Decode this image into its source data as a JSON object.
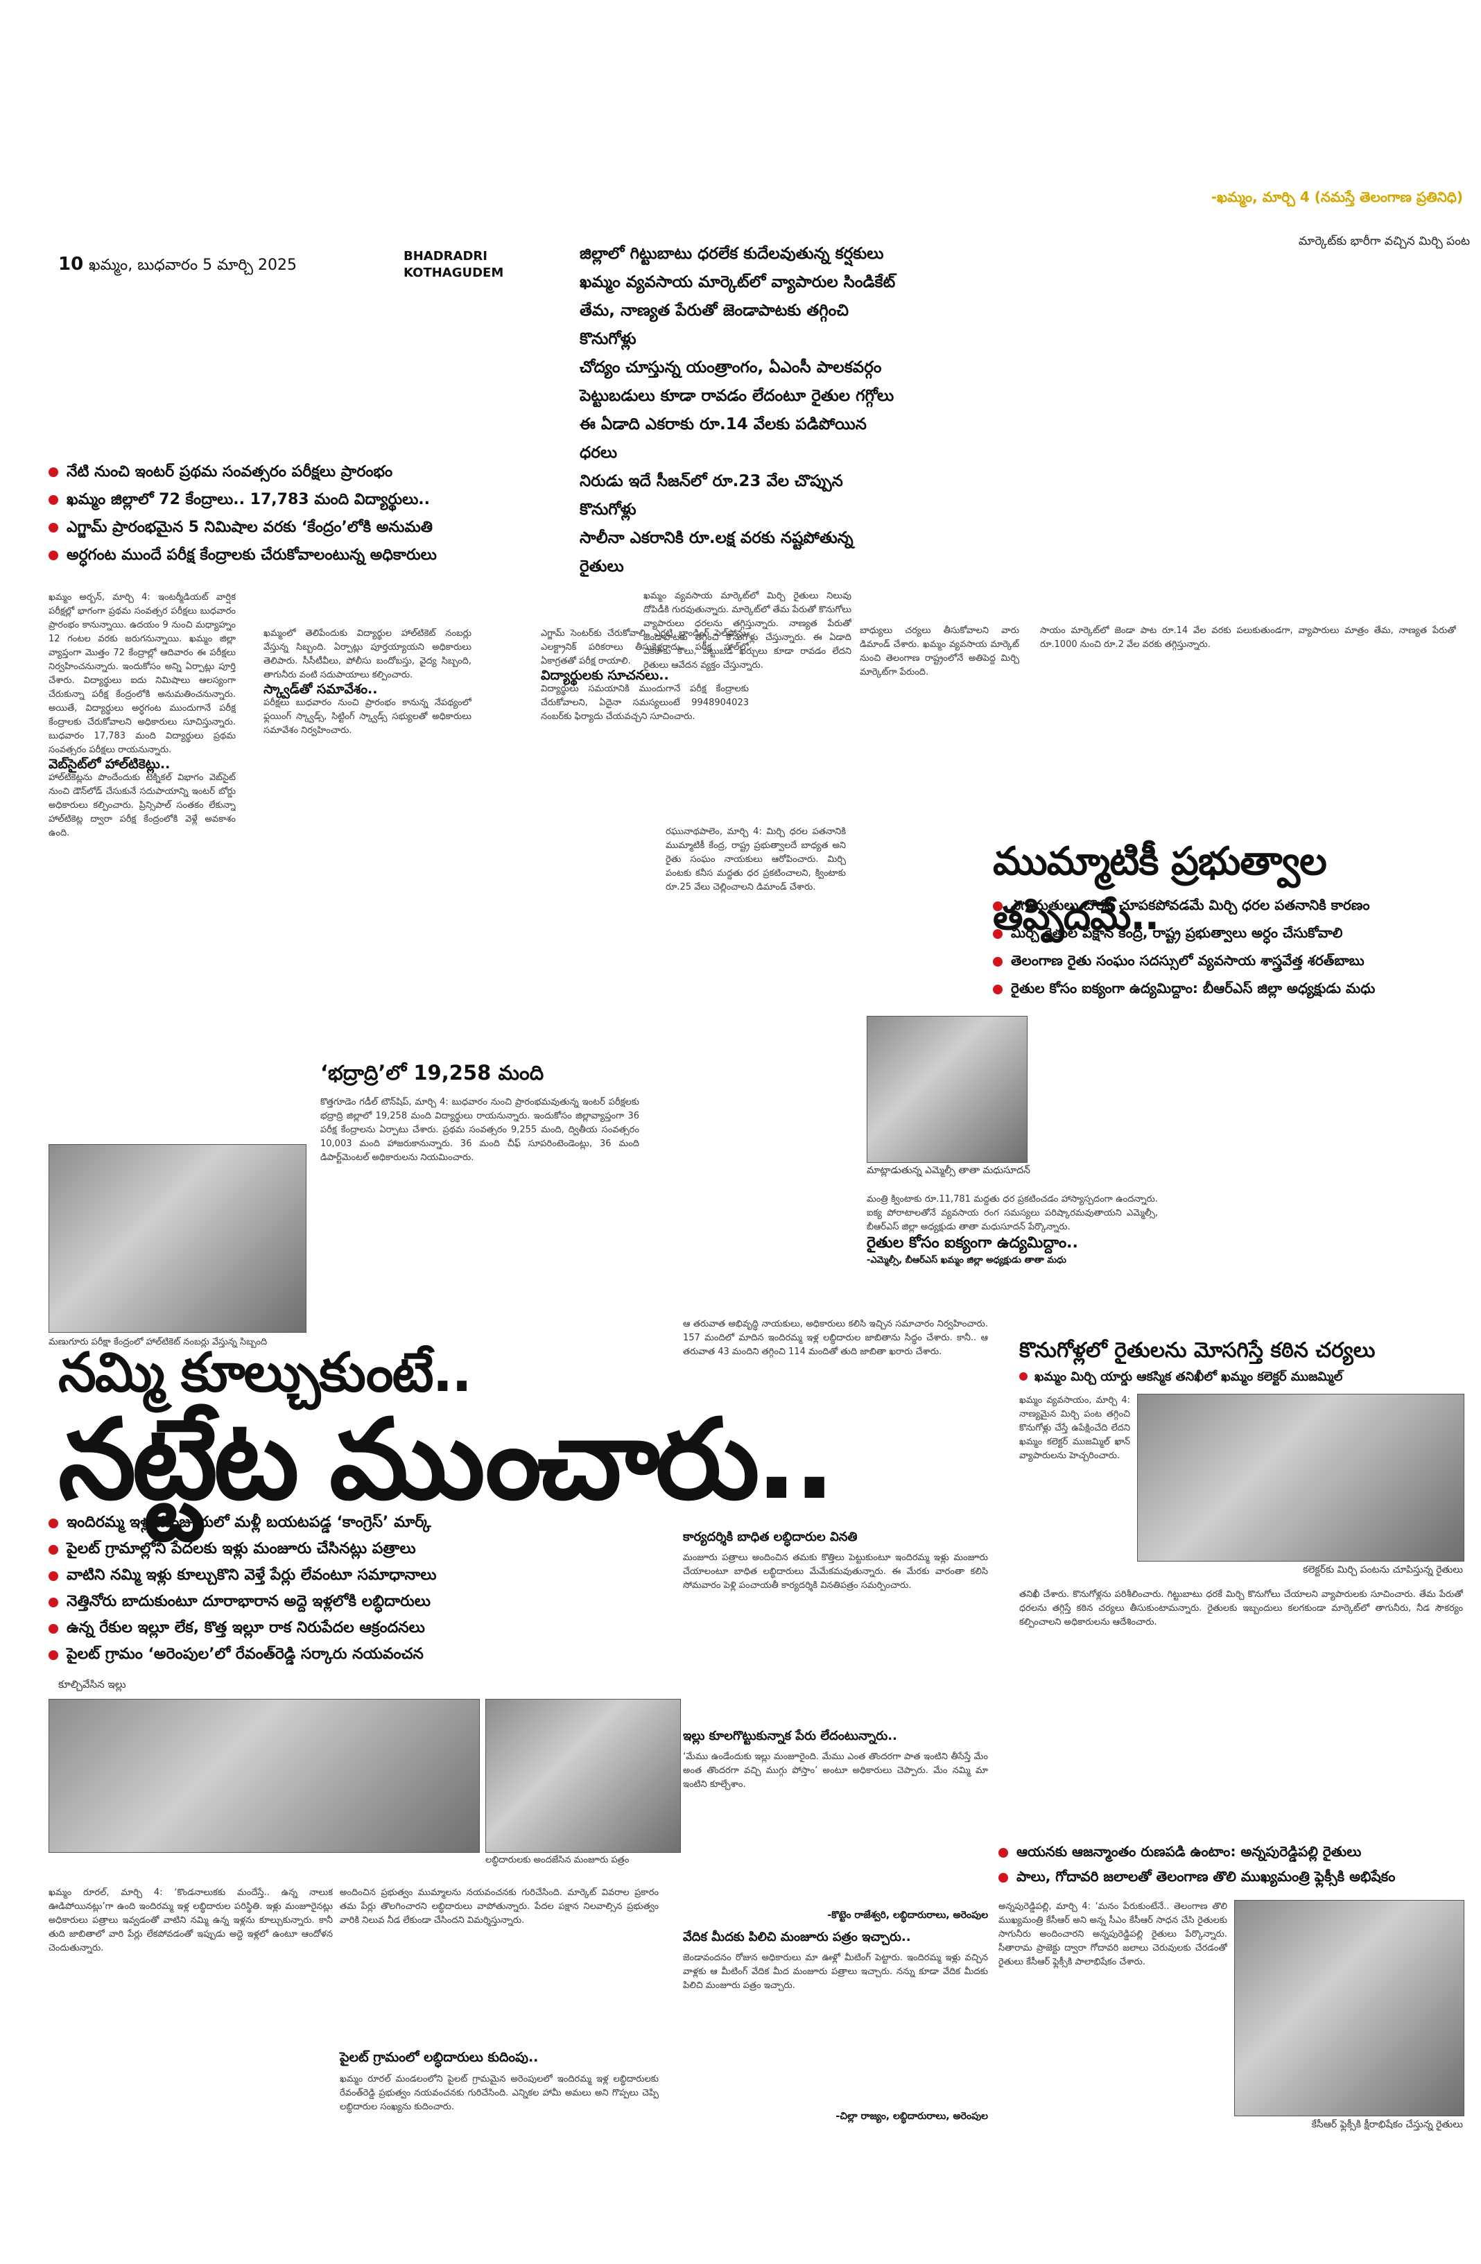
{
  "header": {
    "credit": "-ఖమ్మం, మార్చి 4 (నమస్తే తెలంగాణ ప్రతినిధి)",
    "caption_market": "మార్కెట్‌కు భారీగా వచ్చిన మిర్చి పంట",
    "page_number": "10",
    "dateline": "ఖమ్మం, బుధవారం 5 మార్చి 2025",
    "section_line1": "BHADRADRI",
    "section_line2": "KOTHAGUDEM"
  },
  "lead_story": {
    "deck": [
      "జిల్లాలో గిట్టుబాటు ధరలేక కుదేలవుతున్న కర్షకులు",
      "ఖమ్మం వ్యవసాయ మార్కెట్‌లో వ్యాపారుల సిండికేట్",
      "తేమ, నాణ్యత పేరుతో జెండాపాటకు తగ్గించి కొనుగోళ్లు",
      "చోద్యం చూస్తున్న యంత్రాంగం, ఏఎంసీ పాలకవర్గం",
      "పెట్టుబడులు కూడా రావడం లేదంటూ రైతుల గగ్గోలు",
      "ఈ ఏడాది ఎకరాకు రూ.14 వేలకు పడిపోయిన ధరలు",
      "నిరుడు ఇదే సీజన్‌లో రూ.23 వేల చొప్పున కొనుగోళ్లు",
      "సాలీనా ఎకరానికి రూ.లక్ష వరకు నష్టపోతున్న రైతులు"
    ]
  },
  "exam_story": {
    "bullets": [
      "నేటి నుంచి ఇంటర్ ప్రథమ సంవత్సరం పరీక్షలు ప్రారంభం",
      "ఖమ్మం జిల్లాలో 72 కేంద్రాలు.. 17,783 మంది విద్యార్థులు..",
      "ఎగ్జామ్ ప్రారంభమైన 5 నిమిషాల వరకు ‘కేంద్రం’లోకి అనుమతి",
      "అర్ధగంట ముందే పరీక్ష కేంద్రాలకు చేరుకోవాలంటున్న అధికారులు"
    ],
    "col1": "ఖమ్మం అర్బన్, మార్చి 4: ఇంటర్మీడియట్ వార్షిక పరీక్షల్లో భాగంగా ప్రథమ సంవత్సర పరీక్షలు బుధవారం ప్రారంభం కానున్నాయి. ఉదయం 9 నుంచి మధ్యాహ్నం 12 గంటల వరకు జరుగనున్నాయి. ఖమ్మం జిల్లా వ్యాప్తంగా మొత్తం 72 కేంద్రాల్లో ఆదివారం ఈ పరీక్షలు నిర్వహించనున్నారు. ఇందుకోసం అన్ని ఏర్పాట్లు పూర్తి చేశారు. విద్యార్థులు ఐదు నిమిషాలు ఆలస్యంగా చేరుకున్నా పరీక్ష కేంద్రంలోకి అనుమతించనున్నారు. అయితే, విద్యార్థులు అర్ధగంట ముందుగానే పరీక్ష కేంద్రాలకు చేరుకోవాలని అధికారులు సూచిస్తున్నారు. బుధవారం 17,783 మంది విద్యార్థులు ప్రథమ సంవత్సరం పరీక్షలు రాయనున్నారు.",
    "sub_webex": "వెబ్‌సైట్‌లో హాల్‌టికెట్లు..",
    "col1b": "హాల్‌టికెట్లను పొందేందుకు టెక్నికల్ విభాగం వెబ్‌సైట్ నుంచి డౌన్‌లోడ్ చేసుకునే సదుపాయాన్ని ఇంటర్ బోర్డు అధికారులు కల్పించారు. ప్రిన్సిపాల్ సంతకం లేకున్నా హాల్‌టికెట్ల ద్వారా పరీక్ష కేంద్రంలోకి వెళ్లే అవకాశం ఉంది.",
    "col2": "ఖమ్మంలో తెలిపేందుకు విద్యార్థుల హాల్‌టికెట్ నంబర్లు వేస్తున్న సిబ్బంది. ఏర్పాట్లు పూర్తయ్యాయని అధికారులు తెలిపారు. సీసీటీవీలు, పోలీసు బందోబస్తు, వైద్య సిబ్బంది, తాగునీరు వంటి సదుపాయాలు కల్పించారు.",
    "sub_squad": "స్క్వాడ్‌తో సమావేశం..",
    "col2b": "పరీక్షలు బుధవారం నుంచి ప్రారంభం కానున్న నేపథ్యంలో ఫ్లయింగ్ స్క్వాడ్స్, సిట్టింగ్ స్క్వాడ్స్ సభ్యులతో అధికారులు సమావేశం నిర్వహించారు.",
    "col3": "ఎగ్జామ్ సెంటర్‌కు చేరుకోవాలి. ఎర్రటి బ్రాండింగ్ సెల్‌ఫోన్లు, ఎలక్ట్రానిక్ పరికరాలు తీసుకెళ్లరాదు. పరీక్ష హాల్‌లో ఏకాగ్రతతో పరీక్ష రాయాలి.",
    "sub_tips": "విద్యార్థులకు సూచనలు..",
    "tips_text": "విద్యార్థులు సమయానికి ముందుగానే పరీక్ష కేంద్రాలకు చేరుకోవాలని, ఏదైనా సమస్యలుంటే 9948904023 నంబర్‌కు ఫిర్యాదు చేయవచ్చని సూచించారు.",
    "box_title": "‘భద్రాద్రి’లో 19,258 మంది",
    "box_text": "కొత్తగూడెం గడీల్ టౌన్‌షిప్, మార్చి 4: బుధవారం నుంచి ప్రారంభమవుతున్న ఇంటర్ పరీక్షలకు భద్రాద్రి జిల్లాలో 19,258 మంది విద్యార్థులు రాయనున్నారు. ఇందుకోసం జిల్లావ్యాప్తంగా 36 పరీక్ష కేంద్రాలను ఏర్పాటు చేశారు. ప్రథమ సంవత్సరం 9,255 మంది, ద్వితీయ సంవత్సరం 10,003 మంది హాజరుకానున్నారు. 36 మంది చీఫ్ సూపరింటెండెంట్లు, 36 మంది డిపార్ట్‌మెంటల్ అధికారులను నియమించారు.",
    "photo_caption": "మణుగూరు పరీక్షా కేంద్రంలో హాల్‌టికెట్ నంబర్లు వేస్తున్న సిబ్బంది"
  },
  "market_story": {
    "col4": "ఖమ్మం వ్యవసాయ మార్కెట్‌లో మిర్చి రైతులు నిలువు దోపిడీకి గురవుతున్నారు. మార్కెట్‌లో తేమ పేరుతో కొనుగోలు వ్యాపారులు ధరలను తగ్గిస్తున్నారు. నాణ్యత పేరుతో జెండాపాటకు తగ్గించి కొనుగోళ్లు చేస్తున్నారు. ఈ ఏడాది ఎకరాకు కౌలు, పెట్టుబడి ఖర్చులు కూడా రావడం లేదని రైతులు ఆవేదన వ్యక్తం చేస్తున్నారు.",
    "col5": "రఘునాథపాలెం, మార్చి 4: మిర్చి ధరల పతనానికి ముమ్మాటికీ కేంద్ర, రాష్ట్ర ప్రభుత్వాలదే బాధ్యత అని రైతు సంఘం నాయకులు ఆరోపించారు. మిర్చి పంటకు కనీస మద్దతు ధర ప్రకటించాలని, క్వింటాకు రూ.25 వేలు చెల్లించాలని డిమాండ్ చేశారు.",
    "col6": "బాధ్యులు చర్యలు తీసుకోవాలని వారు డిమాండ్ చేశారు. ఖమ్మం వ్యవసాయ మార్కెట్ నుంచి తెలంగాణ రాష్ట్రంలోనే అతిపెద్ద మిర్చి మార్కెట్‌గా పేరుంది.",
    "col7": "సాయం మార్కెట్‌లో జెండా పాట రూ.14 వేల వరకు పలుకుతుండగా, వ్యాపారులు మాత్రం తేమ, నాణ్యత పేరుతో రూ.1000 నుంచి రూ.2 వేల వరకు తగ్గిస్తున్నారు."
  },
  "govt_story": {
    "headline": "ముమ్మాటికీ ప్రభుత్వాల తప్పిదమే..",
    "bullets": [
      "ఎగుమతులు చొరవ చూపకపోవడమే మిర్చి ధరల పతనానికి కారణం",
      "మిర్చి రైతుల పక్షాన కేంద్ర, రాష్ట్ర ప్రభుత్వాలు అర్ధం చేసుకోవాలి",
      "తెలంగాణ రైతు సంఘం సదస్సులో వ్యవసాయ శాస్త్రవేత్త శరత్‌బాబు",
      "రైతుల కోసం ఐక్యంగా ఉద్యమిద్దాం: బీఆర్‌ఎస్ జిల్లా అధ్యక్షుడు మధు"
    ],
    "photo_caption": "మాట్లాడుతున్న ఎమ్మెల్సీ తాతా మధుసూదన్",
    "mla_head": "రైతుల కోసం ఐక్యంగా ఉద్యమిద్దాం..",
    "mla_by": "-ఎమ్మెల్సీ, బీఆర్‌ఎస్ ఖమ్మం జిల్లా అధ్యక్షుడు తాతా మధు",
    "mla_text": "మంత్రి క్వింటాకు రూ.11,781 మద్దతు ధర ప్రకటించడం హాస్యాస్పదంగా ఉందన్నారు. ఐక్య పోరాటాలతోనే వ్యవసాయ రంగ సమస్యలు పరిష్కారమవుతాయని ఎమ్మెల్సీ, బీఆర్‌ఎస్ జిల్లా అధ్యక్షుడు తాతా మధుసూదన్ పేర్కొన్నారు."
  },
  "kon_story": {
    "headline": "కొనుగోళ్లలో రైతులను మోసగిస్తే కఠిన చర్యలు",
    "bullet": "ఖమ్మం మిర్చి యార్డు ఆకస్మిక తనిఖీలో ఖమ్మం కలెక్టర్ ముజమ్మిల్",
    "col_a": "ఖమ్మం వ్యవసాయం, మార్చి 4: నాణ్యమైన మిర్చి పంట తగ్గించి కొనుగోళ్లు చేస్తే ఉపేక్షించేది లేదని ఖమ్మం కలెక్టర్ ముజమ్మిల్ ఖాన్ వ్యాపారులను హెచ్చరించారు.",
    "photo_caption": "కలెక్టర్‌కు మిర్చి పంటను చూపిస్తున్న రైతులు",
    "col_b": "తనిఖీ చేశారు. కొనుగోళ్లను పరిశీలించారు. గిట్టుబాటు ధరకే మిర్చి కొనుగోలు చేయాలని వ్యాపారులకు సూచించారు. తేమ పేరుతో ధరలను తగ్గిస్తే కఠిన చర్యలు తీసుకుంటామన్నారు. రైతులకు ఇబ్బందులు కలగకుండా మార్కెట్‌లో తాగునీరు, నీడ సౌకర్యం కల్పించాలని అధికారులను ఆదేశించారు."
  },
  "housing_story": {
    "headline1": "నమ్మి కూల్చుకుంటే..",
    "headline2": "నట్టేట ముంచారు..",
    "bullets": [
      "ఇందిరమ్మ ఇళ్ల మంజూరులో మళ్లీ బయటపడ్డ ‘కాంగ్రెస్’ మార్క్",
      "పైలట్ గ్రామాల్లోని పేదలకు ఇళ్లు మంజూరు చేసినట్లు పత్రాలు",
      "వాటిని నమ్మి ఇళ్లు కూల్చుకొని వెళ్తే పేర్లు లేవంటూ సమాధానాలు",
      "నెత్తినోరు బాదుకుంటూ దూరాభారాన అద్దె ఇళ్లలోకి లబ్ధిదారులు",
      "ఉన్న రేకుల ఇల్లూ లేక, కొత్త ఇల్లూ రాక నిరుపేదల ఆక్రందనలు",
      "పైలట్ గ్రామం ‘అరెంపుల’లో రేవంత్‌రెడ్డి సర్కారు నయవంచన"
    ],
    "photo_caption": "కూల్చివేసిన ఇల్లు",
    "photo2_caption": "లబ్ధిదారులకు అందజేసిన మంజూరు పత్రం",
    "col_right": "ఆ తరువాత అభివృద్ధి నాయకులు, అధికారులు కలిసి ఇచ్చిన సమాచారం నిర్వహించారు. 157 మందిలో మాదిన ఇందిరమ్మ ఇళ్ల లబ్ధిదారుల జాబితాను సిద్ధం చేశారు. కానీ.. ఆ తరువాత 43 మందిని తగ్గించి 114 మందితో తుది జాబితా ఖరారు చేశారు.",
    "sub_a": "కార్యదర్శికి బాధిత లబ్ధిదారుల వినతి",
    "col_right_b": "మంజూరు పత్రాలు అందించిన తమకు కొత్తిలు పెట్టుకుంటూ ఇందిరమ్మ ఇళ్లు మంజూరు చేయాలంటూ బాధిత లబ్ధిదారులు మేమేకమవుతున్నారు. ఈ మేరకు వారంతా కలిసి సోమవారం పెళ్లి పంచాయతీ కార్యదర్శికి వినతిపత్రం సమర్పించారు.",
    "sub_b": "ఇల్లు కూలగొట్టుకున్నాక పేరు లేదంటున్నారు..",
    "col_right_c": "‘మేము ఉండేందుకు ఇల్లు మంజూరైంది. మేము ఎంత తొందరగా పాత ఇంటిని తీసేస్తే మేం అంత తొందరగా వచ్చి ముగ్గు పోస్తాం’ అంటూ అధికారులు చెప్పారు. మేం నమ్మి మా ఇంటిని కూల్చేశాం.",
    "by_c": "-కొట్టెం రాజేశ్వరి, లబ్ధిదారురాలు, అరెంపుల",
    "sub_c": "వేదిక మీదకు పిలిచి మంజూరు పత్రం ఇచ్చారు..",
    "col_right_d": "జెండావందనం రోజున అధికారులు మా ఊళ్లో మీటింగ్ పెట్టారు. ఇందిరమ్మ ఇళ్లు వచ్చిన వాళ్లకు ఆ మీటింగ్ వేదిక మీద మంజూరు పత్రాలు ఇచ్చారు. నన్ను కూడా వేదిక మీదకు పిలిచి మంజూరు పత్రం ఇచ్చారు.",
    "by_d": "-చిల్లా రాజ్యం, లబ్ధిదారురాలు, అరెంపుల",
    "col_left": "ఖమ్మం రూరల్, మార్చి 4: ‘కొండనాలుకకు మందేస్తే.. ఉన్న నాలుక ఊడిపోయినట్లు’గా ఉంది ఇందిరమ్మ ఇళ్ల లబ్ధిదారుల పరిస్థితి. ఇళ్లు మంజూరైనట్లు అధికారులు పత్రాలు ఇవ్వడంతో వాటిని నమ్మి ఉన్న ఇళ్లను కూల్చుకున్నారు. కానీ తుది జాబితాలో వారి పేర్లు లేకపోవడంతో ఇప్పుడు అద్దె ఇళ్లలో ఉంటూ ఆందోళన చెందుతున్నారు.",
    "col_mid": "అందించిన ప్రభుత్వం ముమ్మాలను నయవంచనకు గురిచేసింది. మార్కెట్ వివరాల ప్రకారం తమ పేర్లు తొలగించారని లబ్ధిదారులు వాపోతున్నారు. పేదల పక్షాన నిలవాల్సిన ప్రభుత్వం వారికి నిలువ నీడ లేకుండా చేసిందని విమర్శిస్తున్నారు.",
    "sub_pilot": "పైలట్ గ్రామంలో లబ్ధిదారులు కుదింపు..",
    "col_mid_b": "ఖమ్మం రూరల్ మండలంలోని పైలట్ గ్రామమైన అరెంపులలో ఇందిరమ్మ ఇళ్ల లబ్ధిదారులకు రేవంత్‌రెడ్డి ప్రభుత్వం నయవంచనకు గురిచేసింది. ఎన్నికల హామీ అమలు అని గొప్పలు చెప్పి లబ్ధిదారుల సంఖ్యను కుదించారు."
  },
  "godavari_story": {
    "bullets": [
      "ఆయనకు ఆజన్మాంతం రుణపడి ఉంటాం: అన్నపురెడ్డిపల్లి రైతులు",
      "పాలు, గోదావరి జలాలతో తెలంగాణ తొలి ముఖ్యమంత్రి ఫ్లెక్సీకి అభిషేకం"
    ],
    "col": "అన్నపురెడ్డిపల్లి, మార్చి 4: ‘మనం పేరుకుంటేనే.. తెలంగాణ తొలి ముఖ్యమంత్రి కేసీఆర్ అని అన్న సీఎం కేసీఆర్ సాధన చేసి రైతులకు సాగునీరు అందించారని అన్నపురెడ్డిపల్లి రైతులు పేర్కొన్నారు. సీతారామ ప్రాజెక్టు ద్వారా గోదావరి జలాలు చెరువులకు చేరడంతో రైతులు కేసీఆర్ ఫ్లెక్సీకి పాలాభిషేకం చేశారు.",
    "photo_caption": "కేసీఆర్ ఫ్లెక్సీకి క్షీరాభిషేకం చేస్తున్న రైతులు"
  }
}
